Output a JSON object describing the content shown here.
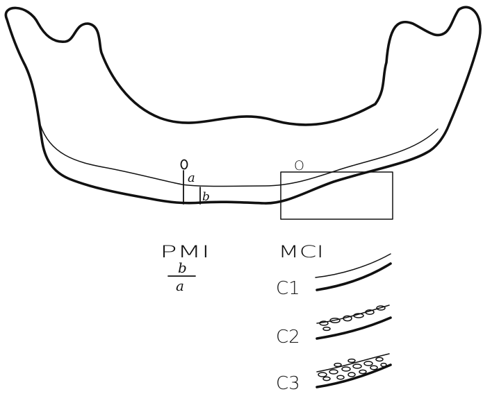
{
  "diagram": {
    "point_o_left": "O",
    "point_o_right": "O",
    "mark_a": "a",
    "mark_b": "b",
    "pmi_title": "PMI",
    "pmi_numerator": "b",
    "pmi_denominator": "a",
    "mci_title": "MCI",
    "class_labels": [
      "C1",
      "C2",
      "C3"
    ]
  }
}
